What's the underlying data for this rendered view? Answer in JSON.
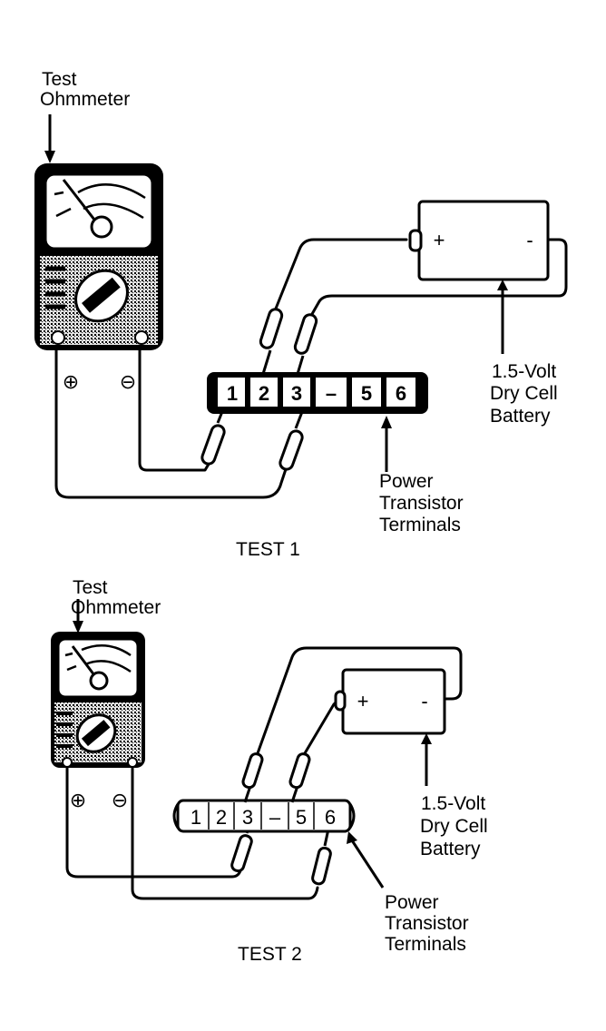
{
  "figure": {
    "test1": {
      "caption": "TEST 1",
      "meter_label": [
        "Test",
        "Ohmmeter"
      ],
      "meter_terminals": [
        "⊕",
        "⊖"
      ],
      "battery_label": [
        "1.5-Volt",
        "Dry Cell",
        "Battery"
      ],
      "battery_polarity": [
        "+",
        "-"
      ],
      "transistor_label": [
        "Power",
        "Transistor",
        "Terminals"
      ],
      "terminals": [
        "1",
        "2",
        "3",
        "–",
        "5",
        "6"
      ]
    },
    "test2": {
      "caption": "TEST 2",
      "meter_label": [
        "Test",
        "Ohmmeter"
      ],
      "meter_terminals": [
        "⊕",
        "⊖"
      ],
      "battery_label": [
        "1.5-Volt",
        "Dry Cell",
        "Battery"
      ],
      "battery_polarity": [
        "+",
        "-"
      ],
      "transistor_label": [
        "Power",
        "Transistor",
        "Terminals"
      ],
      "terminals": [
        "1",
        "2",
        "3",
        "–",
        "5",
        "6"
      ]
    }
  }
}
